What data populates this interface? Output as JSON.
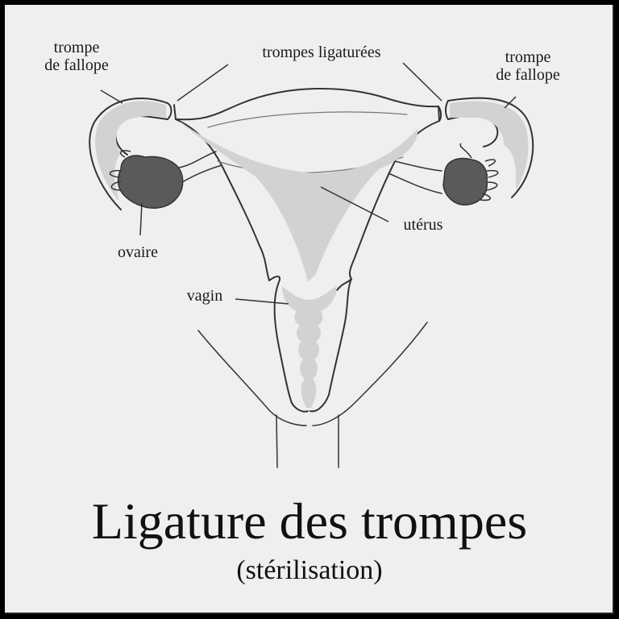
{
  "diagram": {
    "title": "Ligature des trompes",
    "subtitle": "(stérilisation)",
    "labels": {
      "left_tube_line1": "trompe",
      "left_tube_line2": "de fallope",
      "ligated_tubes": "trompes ligaturées",
      "right_tube_line1": "trompe",
      "right_tube_line2": "de fallope",
      "uterus": "utérus",
      "ovary": "ovaire",
      "vagina": "vagin"
    },
    "colors": {
      "background": "#efefef",
      "border": "#000000",
      "line": "#333333",
      "fill_light": "#d2d2d2",
      "ovary_fill": "#5a5a5a",
      "text": "#1a1a1a"
    }
  }
}
